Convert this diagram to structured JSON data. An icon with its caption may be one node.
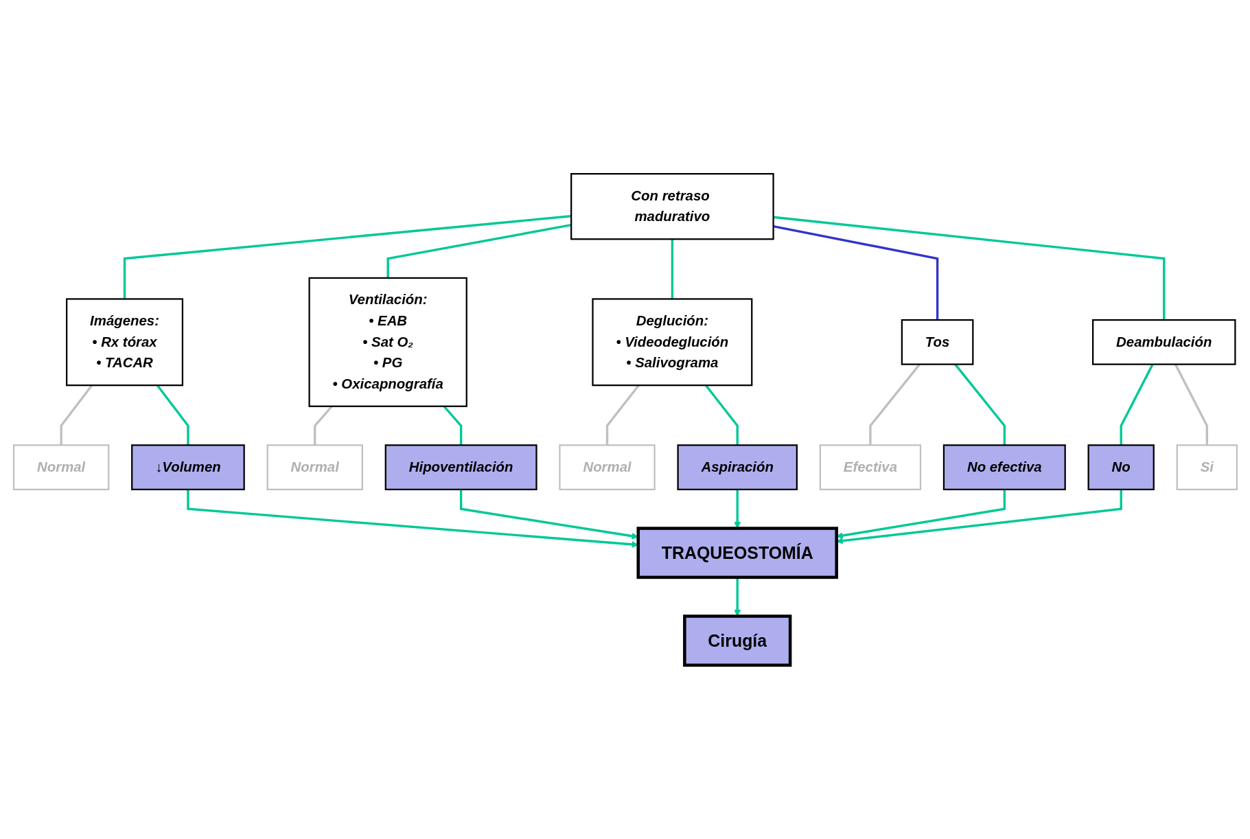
{
  "diagram": {
    "nodes": [
      {
        "text": [
          "Con retraso madurativo"
        ]
      },
      {
        "text": [
          "Imágenes:",
          "• Rx tórax",
          "• TACAR"
        ]
      },
      {
        "text": [
          "Ventilación:",
          "• EAB",
          "• Sat O₂",
          "• PG",
          "• Oxicapnografía"
        ]
      },
      {
        "text": [
          "Deglución:",
          "• Videodeglución",
          "• Salivograma"
        ]
      },
      {
        "text": [
          "Tos"
        ]
      },
      {
        "text": [
          "Deambulación"
        ]
      },
      {
        "text": [
          "Normal"
        ]
      },
      {
        "text": [
          "↓Volumen"
        ]
      },
      {
        "text": [
          "Normal"
        ]
      },
      {
        "text": [
          "Hipoventilación"
        ]
      },
      {
        "text": [
          "Normal"
        ]
      },
      {
        "text": [
          "Aspiración"
        ]
      },
      {
        "text": [
          "Efectiva"
        ]
      },
      {
        "text": [
          "No efectiva"
        ]
      },
      {
        "text": [
          "No"
        ]
      },
      {
        "text": [
          "Si"
        ]
      },
      {
        "text": [
          "TRAQUEOSTOMÍA"
        ]
      },
      {
        "text": [
          "Cirugía"
        ]
      }
    ],
    "edges": [
      {
        "from": 0,
        "to": 1,
        "arrow": "none"
      },
      {
        "from": 0,
        "to": 2,
        "arrow": "none"
      },
      {
        "from": 0,
        "to": 3,
        "arrow": "none"
      },
      {
        "from": 0,
        "to": 4,
        "arrow": "none",
        "color": "#3333cc"
      },
      {
        "from": 0,
        "to": 5,
        "arrow": "none"
      },
      {
        "from": 1,
        "to": 6,
        "arrow": "none",
        "color": "#c0c0c0"
      },
      {
        "from": 1,
        "to": 7,
        "arrow": "none"
      },
      {
        "from": 2,
        "to": 8,
        "arrow": "none",
        "color": "#c0c0c0"
      },
      {
        "from": 2,
        "to": 9,
        "arrow": "none"
      },
      {
        "from": 3,
        "to": 10,
        "arrow": "none",
        "color": "#c0c0c0"
      },
      {
        "from": 3,
        "to": 11,
        "arrow": "none"
      },
      {
        "from": 4,
        "to": 12,
        "arrow": "none",
        "color": "#c0c0c0"
      },
      {
        "from": 4,
        "to": 13,
        "arrow": "none"
      },
      {
        "from": 5,
        "to": 14,
        "arrow": "none"
      },
      {
        "from": 5,
        "to": 15,
        "arrow": "none",
        "color": "#c0c0c0"
      },
      {
        "from": 7,
        "to": 16,
        "arrow": "to"
      },
      {
        "from": 9,
        "to": 16,
        "arrow": "to"
      },
      {
        "from": 11,
        "to": 16,
        "arrow": "to"
      },
      {
        "from": 13,
        "to": 16,
        "arrow": "to"
      },
      {
        "from": 14,
        "to": 16,
        "arrow": "to"
      },
      {
        "from": 16,
        "to": 17,
        "arrow": "to"
      }
    ]
  }
}
